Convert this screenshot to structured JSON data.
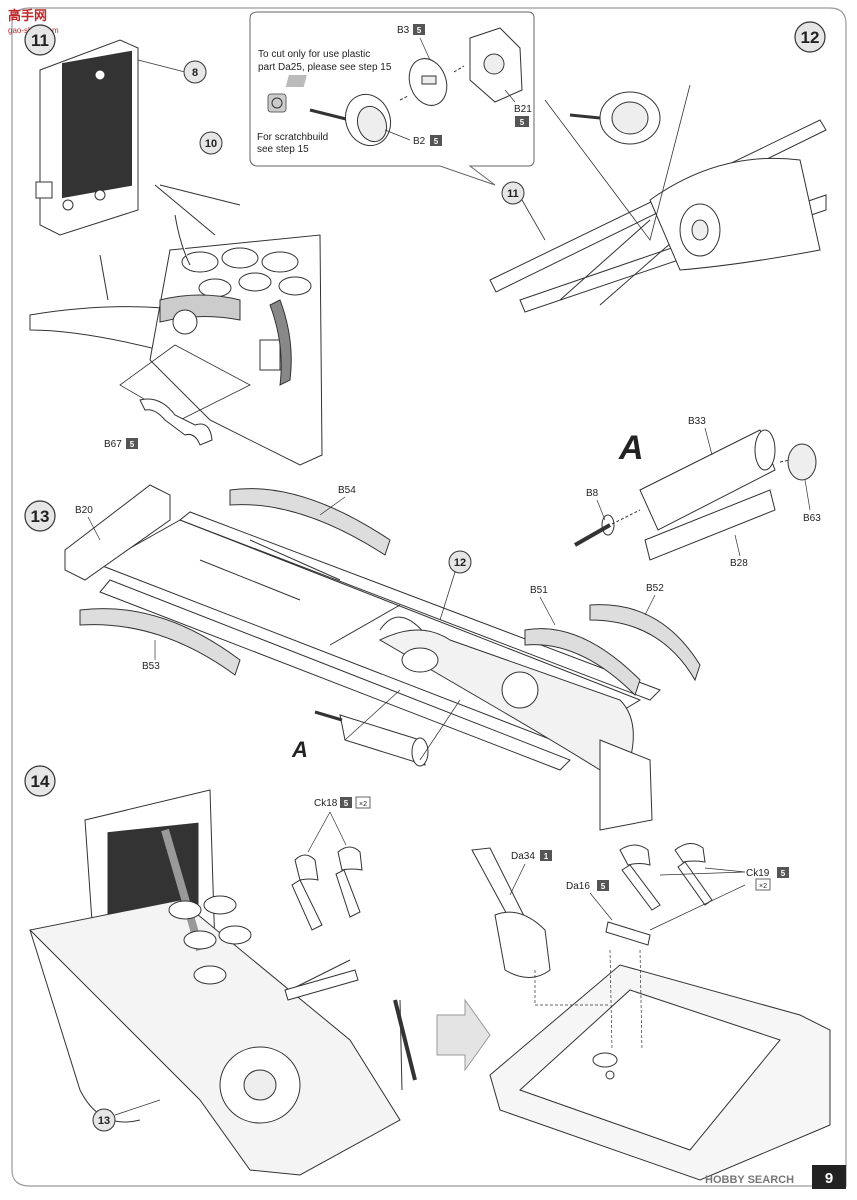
{
  "page": {
    "number": "9"
  },
  "watermark": {
    "top_left_cn": "高手网",
    "top_left_url": "gao-shou.com",
    "bottom_right": "HOBBY SEARCH"
  },
  "steps": {
    "s11": {
      "number": "11"
    },
    "s12": {
      "number": "12"
    },
    "s13": {
      "number": "13"
    },
    "s14": {
      "number": "14"
    }
  },
  "callouts": {
    "cut_note": "To cut only for use plastic part Da25, please see step 15",
    "cut_note_line1": "To cut only for use plastic",
    "cut_note_line2": "part Da25, please see step 15",
    "scratch_note_line1": "For scratchbuild",
    "scratch_note_line2": "see step 15"
  },
  "parts": {
    "b3": "B3",
    "b3_sprue": "5",
    "b2": "B2",
    "b2_sprue": "5",
    "b21": "B21",
    "b21_sprue": "5",
    "b67": "B67",
    "b67_sprue": "5",
    "b33": "B33",
    "b8": "B8",
    "b63": "B63",
    "b28": "B28",
    "b20": "B20",
    "b54": "B54",
    "b53": "B53",
    "b51": "B51",
    "b52": "B52",
    "ck18": "Ck18",
    "ck18_sprue": "5",
    "ck18_qty": "×2",
    "da34": "Da34",
    "da34_sprue": "1",
    "da16": "Da16",
    "da16_sprue": "5",
    "ck19": "Ck19",
    "ck19_sprue": "5",
    "ck19_qty": "×2"
  },
  "refs": {
    "r8": "8",
    "r10": "10",
    "r11": "11",
    "r12": "12",
    "r13": "13",
    "subA_big": "A",
    "subA_small": "A"
  }
}
